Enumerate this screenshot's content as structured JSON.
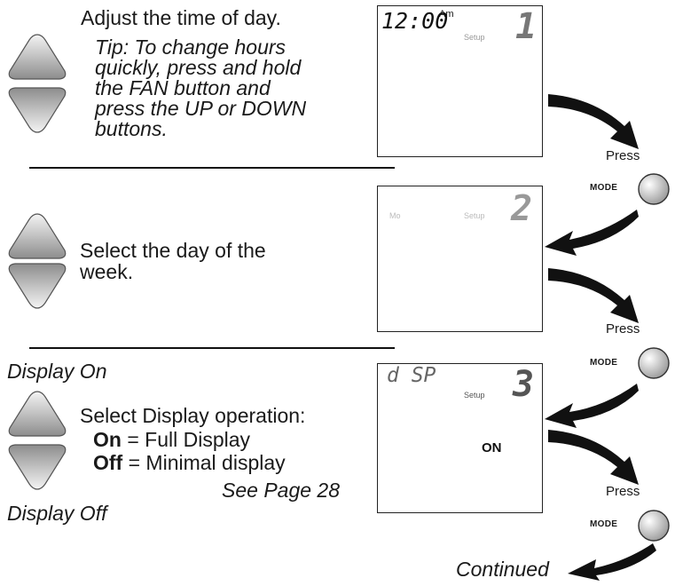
{
  "step1": {
    "title": "Adjust the time of day.",
    "tip_lines": [
      "Tip: To change hours",
      "quickly, press and hold",
      "the FAN button and",
      "press the UP or DOWN",
      "buttons."
    ],
    "lcd": {
      "time": "12:00",
      "ampm": "Am",
      "setup": "Setup",
      "step_digit": "1"
    }
  },
  "step2": {
    "lines": [
      "Select the day of the",
      "week."
    ],
    "lcd": {
      "day": "Mo",
      "setup": "Setup",
      "step_digit": "2"
    }
  },
  "step3": {
    "display_on_label": "Display On",
    "display_off_label": "Display Off",
    "title": "Select Display operation:",
    "option_on_key": "On",
    "option_on_desc": " = Full Display",
    "option_off_key": "Off",
    "option_off_desc": " = Minimal display",
    "see_page": "See Page 28",
    "lcd": {
      "code": "d SP",
      "setup": "Setup",
      "step_digit": "3",
      "state": "ON"
    }
  },
  "press_label": "Press",
  "mode_label": "MODE",
  "continued_label": "Continued"
}
